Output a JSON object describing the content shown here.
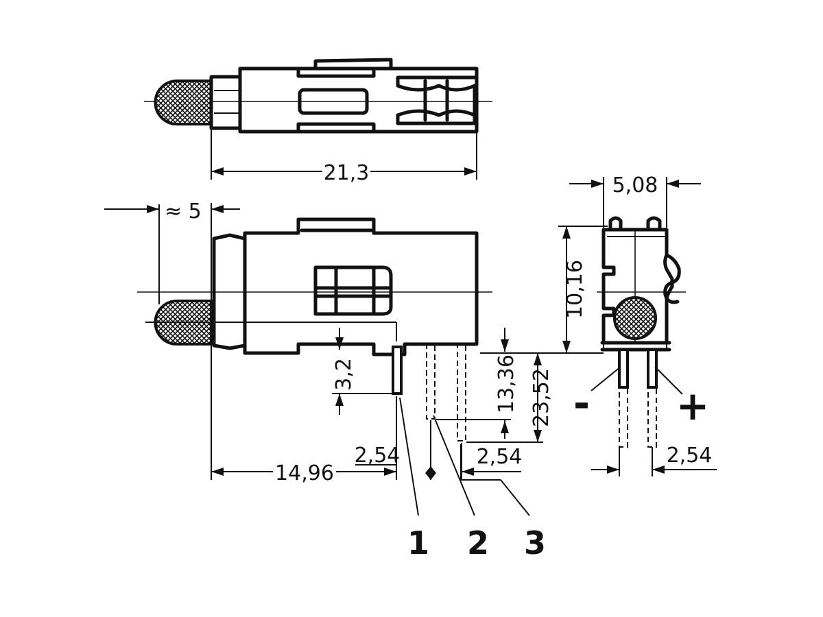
{
  "dimensions": {
    "overall_length": "21,3",
    "approx_lens": "≈ 5",
    "pin_offset": "3,2",
    "body_to_pin1": "14,96",
    "pitch_left": "2,54",
    "pitch_right": "2,54",
    "pin_height_short": "13,36",
    "pin_height_long": "23,52",
    "width": "5,08",
    "height": "10,16",
    "pin_pitch_end": "2,54"
  },
  "pins": {
    "pin1": "1",
    "pin2": "2",
    "pin3": "3",
    "minus": "-",
    "plus": "+"
  },
  "colors": {
    "line": "#111111",
    "background": "#ffffff"
  }
}
